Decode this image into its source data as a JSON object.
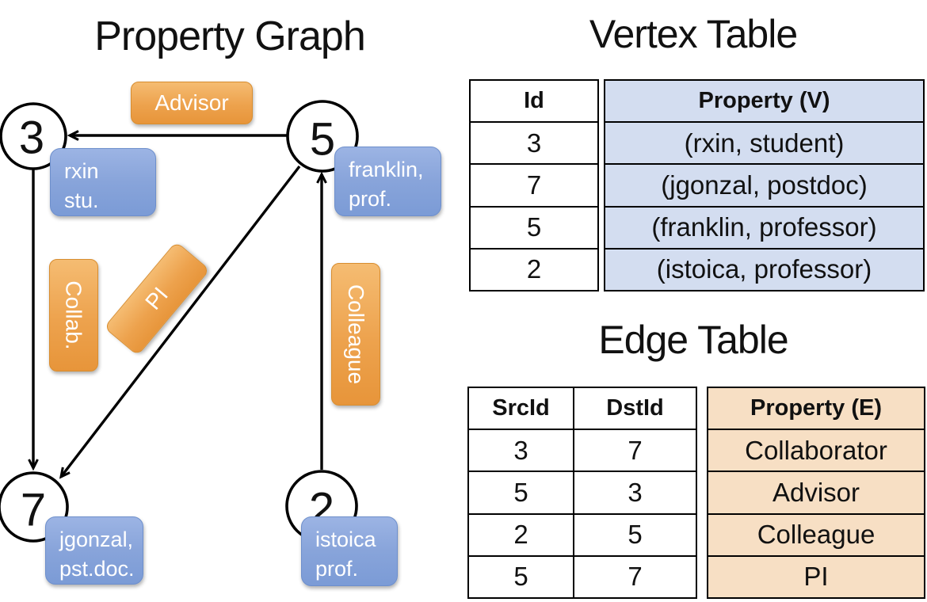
{
  "graph": {
    "title": "Property Graph",
    "vertices": {
      "v3": {
        "id": "3",
        "line1": "rxin",
        "line2": "stu."
      },
      "v5": {
        "id": "5",
        "line1": "franklin,",
        "line2": "prof."
      },
      "v7": {
        "id": "7",
        "line1": "jgonzal,",
        "line2": "pst.doc."
      },
      "v2": {
        "id": "2",
        "line1": "istoica",
        "line2": "prof."
      }
    },
    "edge_labels": {
      "advisor": "Advisor",
      "collab": "Collab.",
      "pi": "PI",
      "colleague": "Colleague"
    }
  },
  "vertex_table": {
    "title": "Vertex Table",
    "columns": [
      "Id",
      "Property (V)"
    ],
    "rows": [
      [
        "3",
        "(rxin, student)"
      ],
      [
        "7",
        "(jgonzal, postdoc)"
      ],
      [
        "5",
        "(franklin, professor)"
      ],
      [
        "2",
        "(istoica, professor)"
      ]
    ]
  },
  "edge_table": {
    "title": "Edge Table",
    "columns": [
      "SrcId",
      "DstId",
      "Property (E)"
    ],
    "rows": [
      [
        "3",
        "7",
        "Collaborator"
      ],
      [
        "5",
        "3",
        "Advisor"
      ],
      [
        "2",
        "5",
        "Colleague"
      ],
      [
        "5",
        "7",
        "PI"
      ]
    ]
  },
  "colors": {
    "edge_label_orange": "#eda24d",
    "vertex_label_blue": "#88a4da",
    "vertex_property_fill": "#d3ddf0",
    "edge_property_fill": "#f7dfc4",
    "line_black": "#000000"
  }
}
